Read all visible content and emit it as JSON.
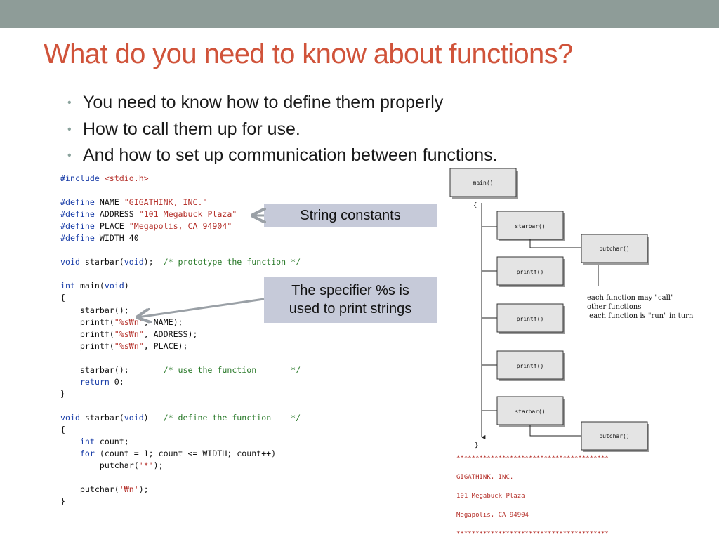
{
  "slide": {
    "title": "What do you need to know about functions?",
    "bullets": [
      "You need to know how to define them properly",
      "How to call them up for use.",
      "And how to set up communication between functions."
    ]
  },
  "callouts": {
    "string_constants": "String constants",
    "specifier_line1": "The specifier %s is",
    "specifier_line2": "used to print strings"
  },
  "code": {
    "include_kw": "#include",
    "include_file": "<stdio.h>",
    "define_kw": "#define",
    "name_const": "NAME",
    "name_val": "\"GIGATHINK, INC.\"",
    "address_const": "ADDRESS",
    "address_val": "\"101 Megabuck Plaza\"",
    "place_const": "PLACE",
    "place_val": "\"Megapolis, CA 94904\"",
    "width_const": "WIDTH 40",
    "void_kw": "void",
    "int_kw": "int",
    "for_kw": "for",
    "return_kw": "return",
    "starbar_name": "starbar(",
    "main_name": "main(",
    "proto_tail": ");",
    "def_tail": ")",
    "comment_prototype": "/* prototype the function */",
    "comment_use": "/* use the function       */",
    "comment_define": "/* define the function    */",
    "brace_open": "{",
    "brace_close": "}",
    "call_starbar": "starbar();",
    "printf_open": "printf(",
    "fmt": "\"%s₩n\"",
    "name_arg": ", NAME);",
    "address_arg": ", ADDRESS);",
    "place_arg": ", PLACE);",
    "return_val": " 0;",
    "count_decl": " count;",
    "for_tail": " (count = 1; count <= WIDTH; count++)",
    "putchar_open": "putchar(",
    "star_char": "'*'",
    "newline_char": "'₩n'",
    "putchar_close": ");"
  },
  "diagram": {
    "nodes": [
      "main()",
      "starbar()",
      "putchar()",
      "printf()",
      "printf()",
      "printf()",
      "starbar()",
      "putchar()"
    ],
    "brace_open": "{",
    "brace_close": "}",
    "note_lines": [
      "each function may \"call\"",
      "other functions",
      " each function is \"run\" in turn"
    ]
  },
  "output": {
    "lines": [
      "****************************************",
      "GIGATHINK, INC.",
      "101 Megabuck Plaza",
      "Megapolis, CA 94904",
      "****************************************"
    ]
  },
  "colors": {
    "top_bar": "#8e9c98",
    "title": "#d0533a",
    "callout_bg": "#c6cad9",
    "keyword": "#1a3ea8",
    "string": "#b5302a",
    "comment": "#2a7a2a",
    "output_text": "#b5302a"
  }
}
